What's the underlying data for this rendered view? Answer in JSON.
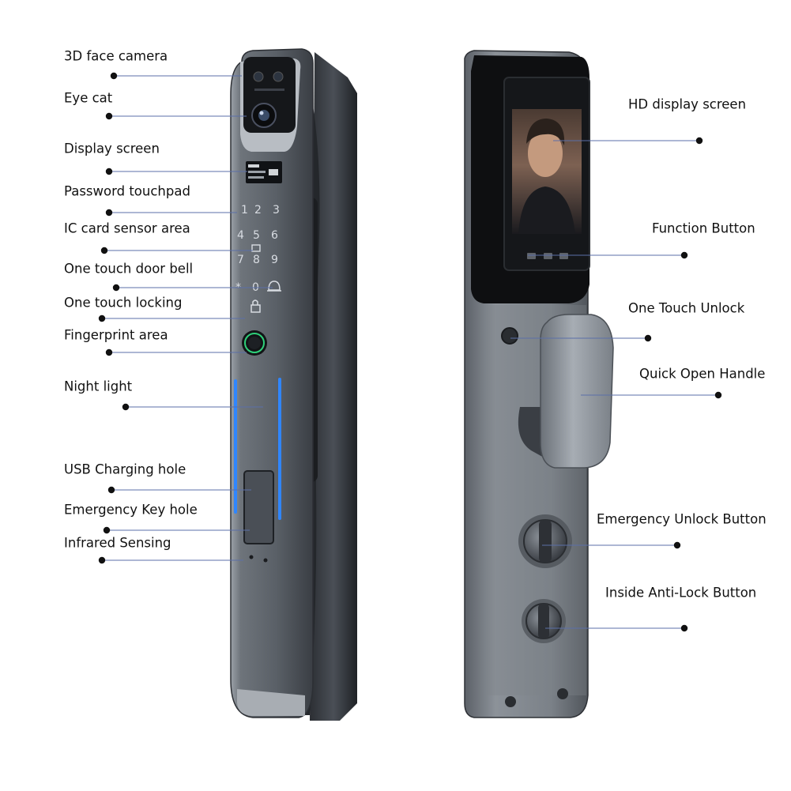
{
  "front_labels": [
    "3D face camera",
    "Eye cat",
    "Display screen",
    "Password touchpad",
    "IC card sensor area",
    "One touch door bell",
    "One touch locking",
    "Fingerprint area",
    "Night light",
    "USB Charging hole",
    "Emergency Key hole",
    "Infrared Sensing"
  ],
  "back_labels": [
    "HD display screen",
    "Function Button",
    "One Touch Unlock",
    "Quick Open Handle",
    "Emergency Unlock Button",
    "Inside Anti-Lock Button"
  ],
  "keypad": [
    "1",
    "2",
    "3",
    "4",
    "5",
    "6",
    "7",
    "8",
    "9",
    "*",
    "0"
  ],
  "colors": {
    "leader_line": "#5b6fa8",
    "leader_dot": "#111111",
    "night_light": "#2f86ff",
    "fingerprint_ring": "#2fd07a",
    "body_dark": "#3b3f45",
    "body_light": "#8a9097"
  }
}
